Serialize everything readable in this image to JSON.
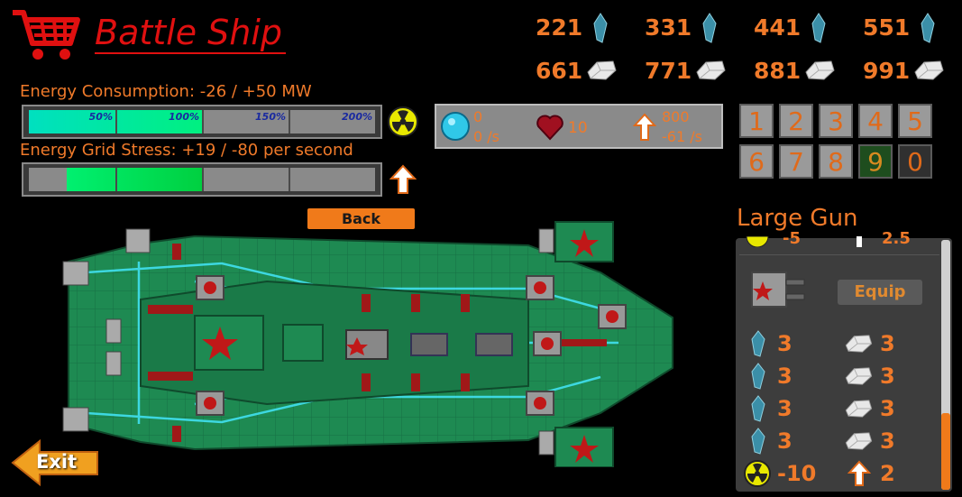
{
  "header": {
    "title": "Battle Ship"
  },
  "energy": {
    "consumption_label": "Energy Consumption: -26 / +50 MW",
    "stress_label": "Energy Grid Stress: +19 / -80 per second",
    "consumption_ticks": [
      "50%",
      "100%",
      "150%",
      "200%"
    ],
    "consumption_fill": 0.5,
    "stress_fill_start": 0.11,
    "stress_fill_end": 0.5
  },
  "resources": {
    "crystals": [
      "221",
      "331",
      "441",
      "551"
    ],
    "ores": [
      "661",
      "771",
      "881",
      "991"
    ]
  },
  "stats": {
    "shield_value": "0",
    "shield_rate": "0 /s",
    "health_value": "10",
    "thrust_value": "800",
    "thrust_rate": "-61 /s"
  },
  "numpad": {
    "keys": [
      "1",
      "2",
      "3",
      "4",
      "5",
      "6",
      "7",
      "8",
      "9",
      "0"
    ],
    "selected": "9"
  },
  "buttons": {
    "back": "Back",
    "equip": "Equip",
    "exit": "Exit"
  },
  "panel": {
    "title": "Large Gun",
    "partial_row": {
      "left": "-5",
      "right": "2.5"
    },
    "cost_rows": [
      {
        "crystal": "3",
        "ore": "3"
      },
      {
        "crystal": "3",
        "ore": "3"
      },
      {
        "crystal": "3",
        "ore": "3"
      },
      {
        "crystal": "3",
        "ore": "3"
      }
    ],
    "energy_value": "-10",
    "thrust_value": "2",
    "scroll_position": 0.75
  },
  "colors": {
    "accent": "#f07a2a",
    "title_red": "#e01010",
    "hull_green": "#1e8a52",
    "energy_cyan": "#00e0c0",
    "stress_green": "#00e040"
  }
}
